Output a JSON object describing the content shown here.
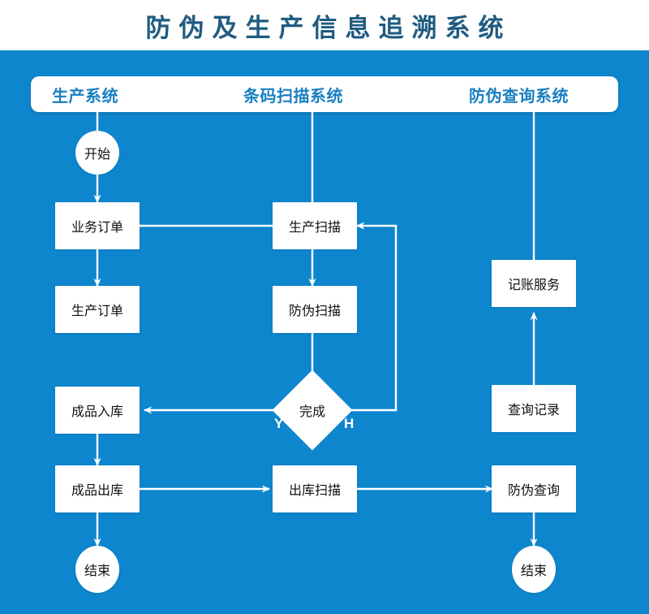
{
  "title": "防伪及生产信息追溯系统",
  "colors": {
    "title_text": "#1f5b80",
    "canvas_background": "#0e86ce",
    "node_fill": "#ffffff",
    "node_text": "#111111",
    "header_label_text": "#1a7fc1",
    "connector": "#ffffff"
  },
  "header": {
    "lanes": [
      {
        "label": "生产系统"
      },
      {
        "label": "条码扫描系统"
      },
      {
        "label": "防伪查询系统"
      }
    ]
  },
  "diagram": {
    "type": "flowchart",
    "nodes": [
      {
        "id": "start1",
        "label": "开始",
        "shape": "terminator",
        "lane": "生产系统"
      },
      {
        "id": "biz_order",
        "label": "业务订单",
        "shape": "process",
        "lane": "生产系统"
      },
      {
        "id": "prod_order",
        "label": "生产订单",
        "shape": "process",
        "lane": "生产系统"
      },
      {
        "id": "fg_in",
        "label": "成品入库",
        "shape": "process",
        "lane": "生产系统"
      },
      {
        "id": "fg_out",
        "label": "成品出库",
        "shape": "process",
        "lane": "生产系统"
      },
      {
        "id": "end1",
        "label": "结束",
        "shape": "terminator",
        "lane": "生产系统"
      },
      {
        "id": "prod_scan",
        "label": "生产扫描",
        "shape": "process",
        "lane": "条码扫描系统"
      },
      {
        "id": "af_scan",
        "label": "防伪扫描",
        "shape": "process",
        "lane": "条码扫描系统"
      },
      {
        "id": "done",
        "label": "完成",
        "shape": "decision",
        "lane": "条码扫描系统"
      },
      {
        "id": "out_scan",
        "label": "出库扫描",
        "shape": "process",
        "lane": "条码扫描系统"
      },
      {
        "id": "ledger",
        "label": "记账服务",
        "shape": "process",
        "lane": "防伪查询系统"
      },
      {
        "id": "query_log",
        "label": "查询记录",
        "shape": "process",
        "lane": "防伪查询系统"
      },
      {
        "id": "af_query",
        "label": "防伪查询",
        "shape": "process",
        "lane": "防伪查询系统"
      },
      {
        "id": "end2",
        "label": "结束",
        "shape": "terminator",
        "lane": "防伪查询系统"
      }
    ],
    "edges": [
      {
        "from": "lane_生产系统",
        "to": "start1",
        "label": ""
      },
      {
        "from": "start1",
        "to": "biz_order",
        "label": ""
      },
      {
        "from": "biz_order",
        "to": "prod_order",
        "label": ""
      },
      {
        "from": "biz_order",
        "to": "prod_scan",
        "label": ""
      },
      {
        "from": "lane_条码扫描系统",
        "to": "prod_scan",
        "label": ""
      },
      {
        "from": "prod_scan",
        "to": "af_scan",
        "label": ""
      },
      {
        "from": "af_scan",
        "to": "done",
        "label": ""
      },
      {
        "from": "done",
        "to": "fg_in",
        "label": "Y"
      },
      {
        "from": "done",
        "to": "prod_scan",
        "label": "H"
      },
      {
        "from": "fg_in",
        "to": "fg_out",
        "label": ""
      },
      {
        "from": "fg_out",
        "to": "end1",
        "label": ""
      },
      {
        "from": "fg_out",
        "to": "out_scan",
        "label": ""
      },
      {
        "from": "out_scan",
        "to": "af_query",
        "label": ""
      },
      {
        "from": "lane_防伪查询系统",
        "to": "ledger",
        "label": ""
      },
      {
        "from": "query_log",
        "to": "ledger",
        "label": ""
      },
      {
        "from": "af_query",
        "to": "query_log",
        "label": ""
      },
      {
        "from": "af_query",
        "to": "end2",
        "label": ""
      }
    ],
    "branch_labels": [
      {
        "text": "Y",
        "edge": "done->fg_in"
      },
      {
        "text": "H",
        "edge": "done->prod_scan"
      }
    ]
  }
}
